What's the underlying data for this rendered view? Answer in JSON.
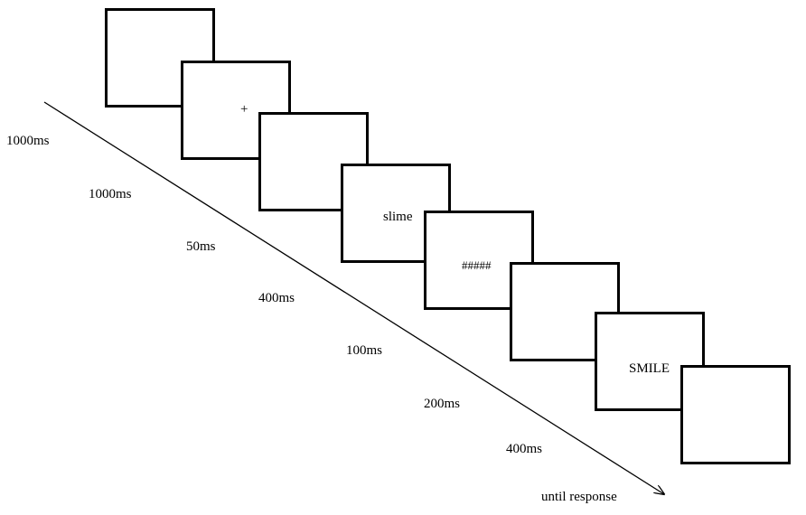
{
  "frames": [
    {
      "content": ""
    },
    {
      "content": "+"
    },
    {
      "content": ""
    },
    {
      "content": "slime"
    },
    {
      "content": "#####"
    },
    {
      "content": ""
    },
    {
      "content": "SMILE"
    },
    {
      "content": ""
    }
  ],
  "durations": [
    "1000ms",
    "1000ms",
    "50ms",
    "400ms",
    "100ms",
    "200ms",
    "400ms",
    "until response"
  ],
  "arrow_color": "#000000"
}
